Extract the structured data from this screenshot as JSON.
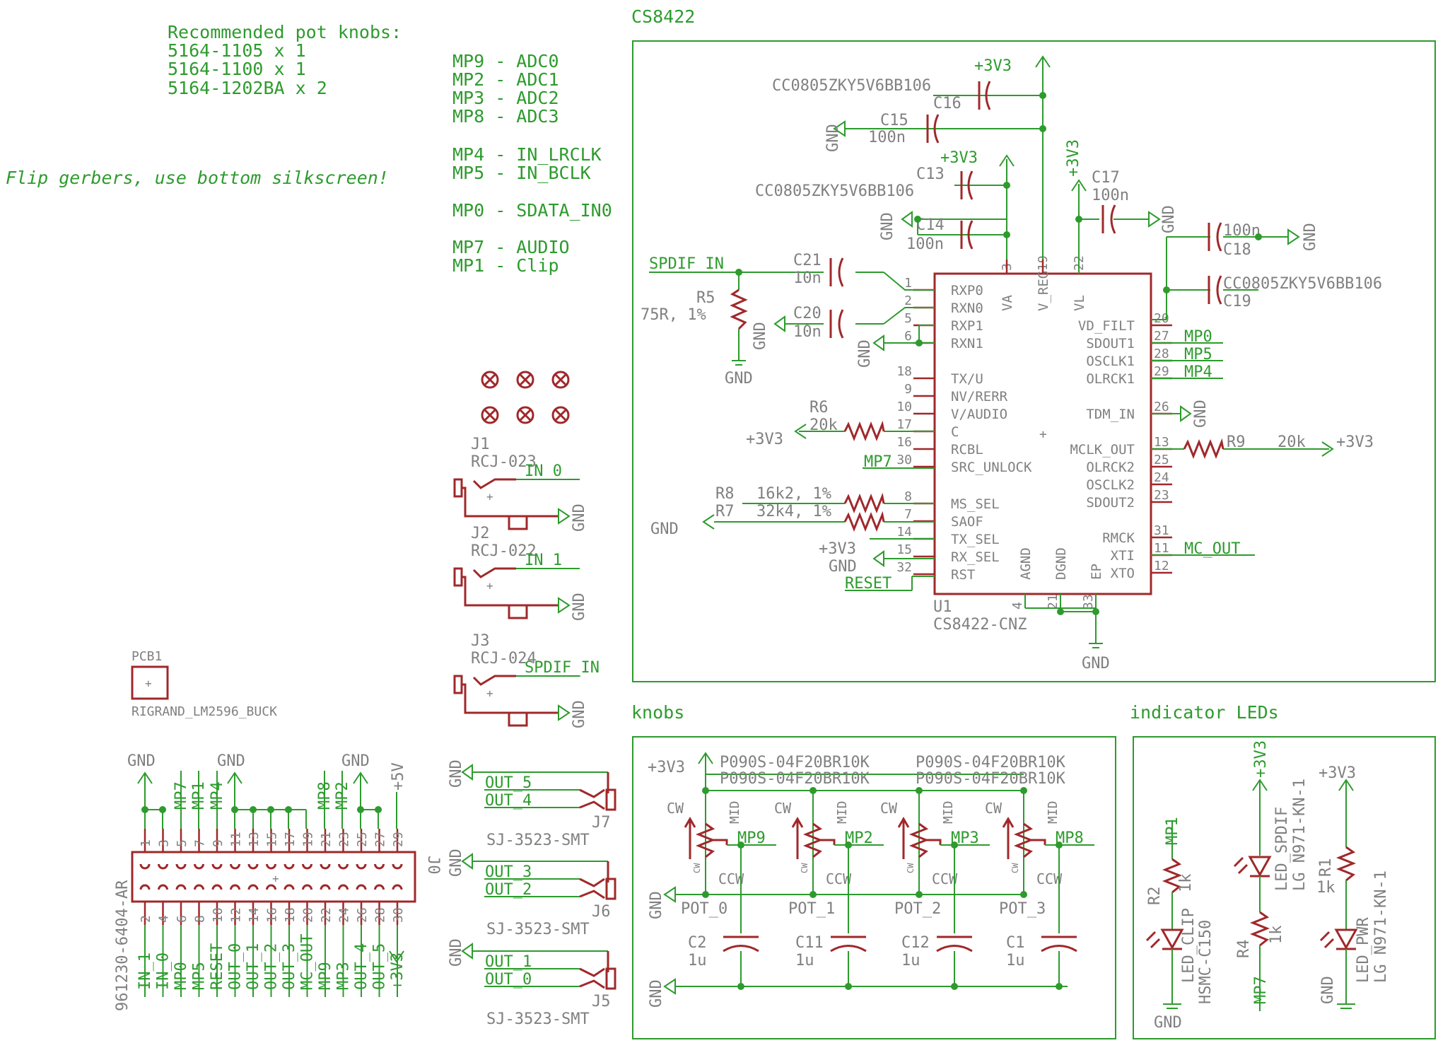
{
  "notes": {
    "knobs_title": "Recommended pot knobs:",
    "knob1": "5164-1105 x 1",
    "knob2": "5164-1100 x 1",
    "knob3": "5164-1202BA x 2",
    "flip": "Flip gerbers, use bottom silkscreen!",
    "mp_map": [
      "MP9 - ADC0",
      "MP2 - ADC1",
      "MP3 - ADC2",
      "MP8 - ADC3",
      "MP4 - IN_LRCLK",
      "MP5 - IN_BCLK",
      "MP0 - SDATA_IN0",
      "MP7 - AUDIO",
      "MP1 - Clip"
    ]
  },
  "frames": {
    "cs8422": "CS8422",
    "knobs": "knobs",
    "leds": "indicator LEDs"
  },
  "u1": {
    "ref": "U1",
    "value": "CS8422-CNZ",
    "left_pins": [
      {
        "num": "1",
        "name": "RXP0"
      },
      {
        "num": "2",
        "name": "RXN0"
      },
      {
        "num": "5",
        "name": "RXP1"
      },
      {
        "num": "6",
        "name": "RXN1"
      },
      {
        "num": "18",
        "name": "TX/U"
      },
      {
        "num": "9",
        "name": "NV/RERR"
      },
      {
        "num": "10",
        "name": "V/AUDIO"
      },
      {
        "num": "17",
        "name": "C"
      },
      {
        "num": "16",
        "name": "RCBL"
      },
      {
        "num": "30",
        "name": "SRC_UNLOCK"
      },
      {
        "num": "8",
        "name": "MS_SEL"
      },
      {
        "num": "7",
        "name": "SAOF"
      },
      {
        "num": "14",
        "name": "TX_SEL"
      },
      {
        "num": "15",
        "name": "RX_SEL"
      },
      {
        "num": "32",
        "name": "RST"
      }
    ],
    "right_pins": [
      {
        "num": "20",
        "name": "VD_FILT"
      },
      {
        "num": "27",
        "name": "SDOUT1"
      },
      {
        "num": "28",
        "name": "OSCLK1"
      },
      {
        "num": "29",
        "name": "OLRCK1"
      },
      {
        "num": "26",
        "name": "TDM_IN"
      },
      {
        "num": "13",
        "name": "MCLK_OUT"
      },
      {
        "num": "25",
        "name": "OLRCK2"
      },
      {
        "num": "24",
        "name": "OSCLK2"
      },
      {
        "num": "23",
        "name": "SDOUT2"
      },
      {
        "num": "31",
        "name": "RMCK"
      },
      {
        "num": "11",
        "name": "XTI"
      },
      {
        "num": "12",
        "name": "XTO"
      }
    ],
    "top_pins": [
      {
        "num": "3",
        "name": "VA"
      },
      {
        "num": "19",
        "name": "V_REG"
      },
      {
        "num": "22",
        "name": "VL"
      }
    ],
    "bottom_pins": [
      {
        "num": "4",
        "name": "AGND"
      },
      {
        "num": "21",
        "name": "DGND"
      },
      {
        "num": "33",
        "name": "EP"
      }
    ]
  },
  "cs_parts": {
    "c16": "C16",
    "c16_val": "CC0805ZKY5V6BB106",
    "c15": "C15",
    "c15_val": "100n",
    "c13": "C13",
    "c13_val": "CC0805ZKY5V6BB106",
    "c14": "C14",
    "c14_val": "100n",
    "c17": "C17",
    "c17_val": "100n",
    "c18": "C18",
    "c18_val": "100n",
    "c19": "C19",
    "c19_val": "CC0805ZKY5V6BB106",
    "c21": "C21",
    "c21_val": "10n",
    "c20": "C20",
    "c20_val": "10n",
    "r5": "R5",
    "r5_val": "75R, 1%",
    "r6": "R6",
    "r6_val": "20k",
    "r8": "R8",
    "r8_val": "16k2, 1%",
    "r7": "R7",
    "r7_val": "32k4, 1%",
    "r9": "R9",
    "r9_val": "20k"
  },
  "nets": {
    "p3v3": "+3V3",
    "gnd": "GND",
    "p5v": "+5V",
    "spdif_in": "SPDIF_IN",
    "mp0": "MP0",
    "mp5": "MP5",
    "mp4": "MP4",
    "mp7": "MP7",
    "reset": "RESET",
    "mc_out": "MC_OUT",
    "in0": "IN_0",
    "in1": "IN_1",
    "out5": "OUT_5",
    "out4": "OUT_4",
    "out3": "OUT_3",
    "out2": "OUT_2",
    "out1": "OUT_1",
    "out0": "OUT_0"
  },
  "jacks": {
    "j1": "J1",
    "j1_val": "RCJ-023",
    "j2": "J2",
    "j2_val": "RCJ-022",
    "j3": "J3",
    "j3_val": "RCJ-024",
    "j7": "J7",
    "j6": "J6",
    "j5": "J5",
    "sj_val": "SJ-3523-SMT"
  },
  "pcb1": {
    "ref": "PCB1",
    "value": "RIGRAND_LM2596_BUCK"
  },
  "j0": {
    "ref": "J0",
    "value": "961230-6404-AR",
    "top_nums": [
      "1",
      "3",
      "5",
      "7",
      "9",
      "11",
      "13",
      "15",
      "17",
      "19",
      "21",
      "23",
      "25",
      "27",
      "29"
    ],
    "bot_nums": [
      "2",
      "4",
      "6",
      "8",
      "10",
      "12",
      "14",
      "16",
      "18",
      "20",
      "22",
      "24",
      "26",
      "28",
      "30"
    ],
    "top_nets": [
      "MP7",
      "MP1",
      "MP4",
      "MP8",
      "MP2"
    ],
    "bot_nets": [
      "IN_1",
      "IN_0",
      "MP0",
      "MP5",
      "RESET",
      "OUT_0",
      "OUT_1",
      "OUT_2",
      "OUT_3",
      "MC_OUT",
      "MP9",
      "MP3",
      "OUT_4",
      "OUT_5",
      "+3V3"
    ]
  },
  "pots": {
    "val1": "P090S-04F20BR10K",
    "items": [
      {
        "ref": "POT_0",
        "mp": "MP9",
        "cap": "C2",
        "cval": "1u"
      },
      {
        "ref": "POT_1",
        "mp": "MP2",
        "cap": "C11",
        "cval": "1u"
      },
      {
        "ref": "POT_2",
        "mp": "MP3",
        "cap": "C12",
        "cval": "1u"
      },
      {
        "ref": "POT_3",
        "mp": "MP8",
        "cap": "C1",
        "cval": "1u"
      }
    ],
    "cw": "CW",
    "ccw": "CCW",
    "mid": "MID"
  },
  "leds": {
    "r2": "R2",
    "r2_val": "1k",
    "led_clip": "LED_CLIP",
    "led_clip_val": "HSMC-C150",
    "r4": "R4",
    "r4_val": "1k",
    "led_spdif": "LED_SPDIF",
    "led_spdif_val": "LG N971-KN-1",
    "r1": "R1",
    "r1_val": "1k",
    "led_pwr": "LED_PWR",
    "led_pwr_val": "LG N971-KN-1",
    "mp1": "MP1",
    "mp7": "MP7"
  }
}
